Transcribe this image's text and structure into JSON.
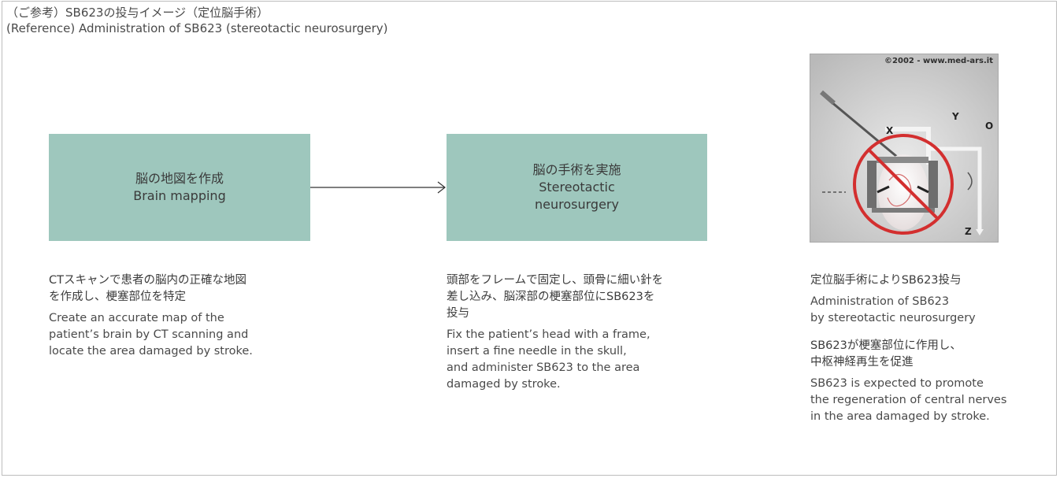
{
  "title": {
    "ja": "（ご参考）SB623の投与イメージ（定位脳手術）",
    "en": "(Reference) Administration of SB623 (stereotactic neurosurgery)"
  },
  "steps": [
    {
      "box_ja": "脳の地図を作成",
      "box_en": "Brain mapping",
      "desc_ja_lines": [
        "CTスキャンで患者の脳内の正確な地図",
        "を作成し、梗塞部位を特定"
      ],
      "desc_en_lines": [
        "Create an accurate map of the",
        "patient’s brain by CT scanning and",
        "locate the area damaged by stroke."
      ]
    },
    {
      "box_ja": "脳の手術を実施",
      "box_en_lines": [
        "Stereotactic",
        "neurosurgery"
      ],
      "desc_ja_lines": [
        "頭部をフレームで固定し、頭骨に細い針を",
        "差し込み、脳深部の梗塞部位にSB623を",
        "投与"
      ],
      "desc_en_lines": [
        "Fix the patient’s head with a frame,",
        "insert a fine needle in the skull,",
        "and administer SB623 to the area",
        "damaged by stroke."
      ]
    }
  ],
  "result": {
    "block1_ja": "定位脳手術によりSB623投与",
    "block1_en_lines": [
      "Administration of SB623",
      "by stereotactic neurosurgery"
    ],
    "block2_ja_lines": [
      "SB623が梗塞部位に作用し、",
      "中枢神経再生を促進"
    ],
    "block2_en_lines": [
      "SB623 is expected to promote",
      "the regeneration of central nerves",
      "in the area damaged by stroke."
    ]
  },
  "photo": {
    "copyright": "©2002 - www.med-ars.it",
    "labels": {
      "x": "X",
      "y": "Y",
      "o": "O",
      "z": "Z"
    }
  },
  "colors": {
    "box": "#9ec7bd",
    "frame": "#bdbdbd",
    "circle": "#d32f2f"
  }
}
